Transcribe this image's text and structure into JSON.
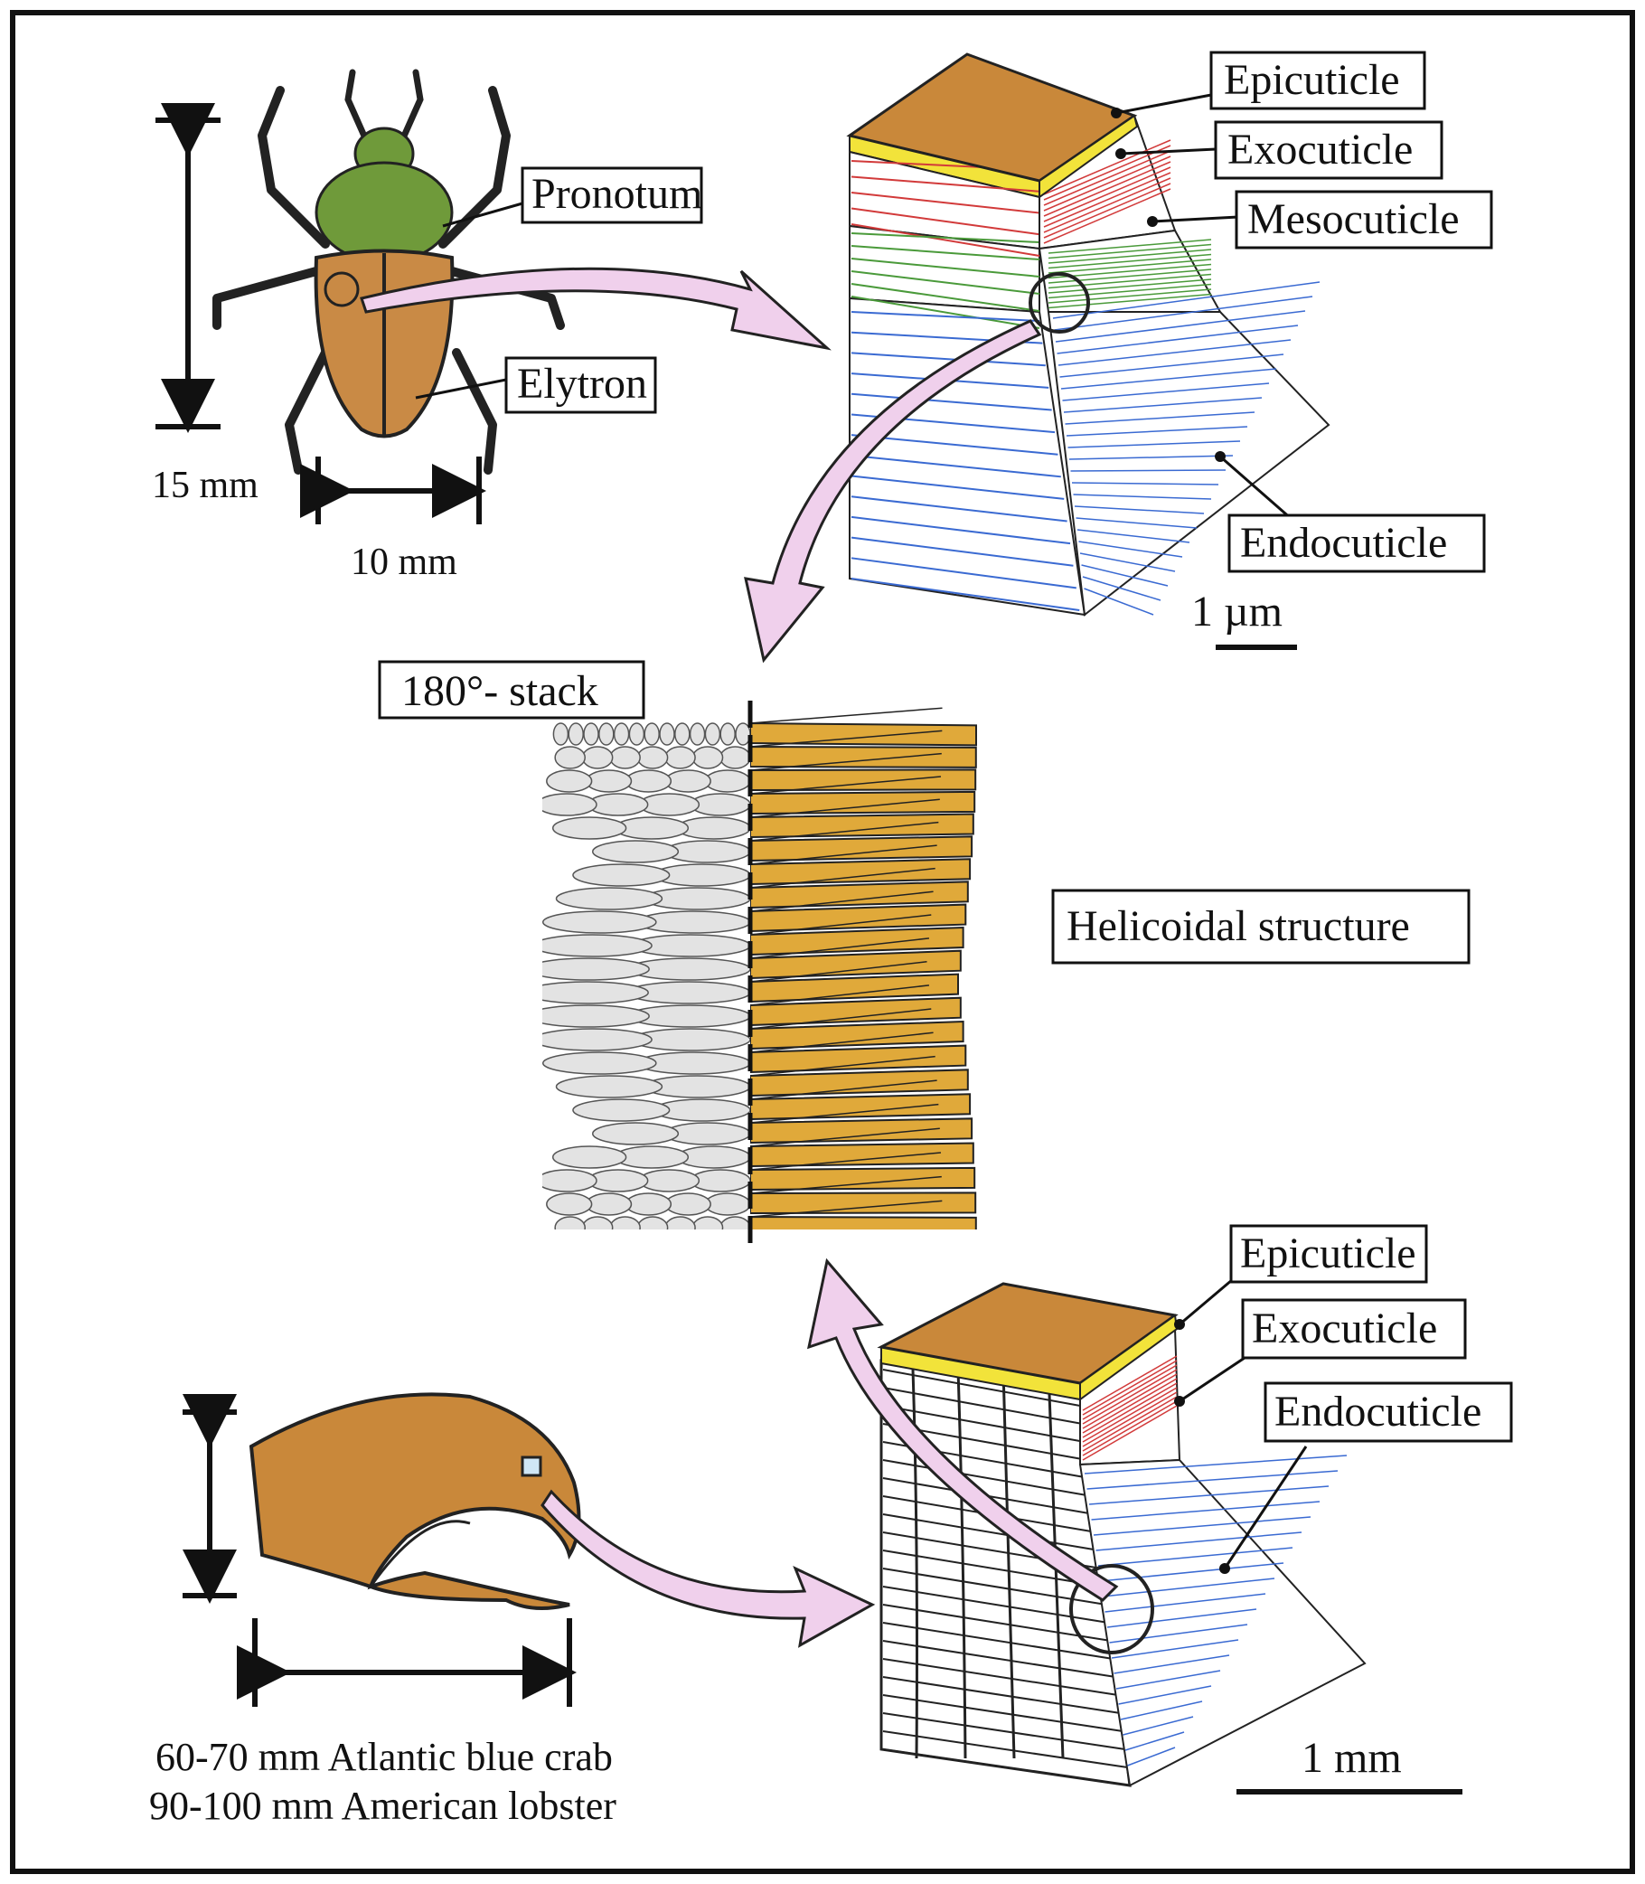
{
  "beetle": {
    "labels": {
      "pronotum": "Pronotum",
      "elytron": "Elytron"
    },
    "dims": {
      "height": "15 mm",
      "width": "10 mm"
    }
  },
  "insect_cuticle": {
    "labels": {
      "epicuticle": "Epicuticle",
      "exocuticle": "Exocuticle",
      "mesocuticle": "Mesocuticle",
      "endocuticle": "Endocuticle"
    },
    "scale": "1 µm"
  },
  "helicoid": {
    "stack_label": "180°- stack",
    "structure_label": "Helicoidal structure"
  },
  "crustacean_cuticle": {
    "labels": {
      "epicuticle": "Epicuticle",
      "exocuticle": "Exocuticle",
      "endocuticle": "Endocuticle"
    },
    "scale": "1 mm"
  },
  "claw": {
    "caption_line1": "60-70 mm Atlantic blue crab",
    "caption_line2": "90-100 mm American lobster"
  },
  "colors": {
    "epicuticle": "#f2e33a",
    "top_face": "#c9883a",
    "exocuticle": "#d23a3a",
    "mesocuticle": "#4a9a3a",
    "endocuticle": "#3a6ad2",
    "plank": "#e0a93a",
    "fiber": "#e3e3e3",
    "arrow": "#f0d0ec",
    "beetle_head": "#6f9a3a",
    "beetle_body": "#c98a45"
  }
}
